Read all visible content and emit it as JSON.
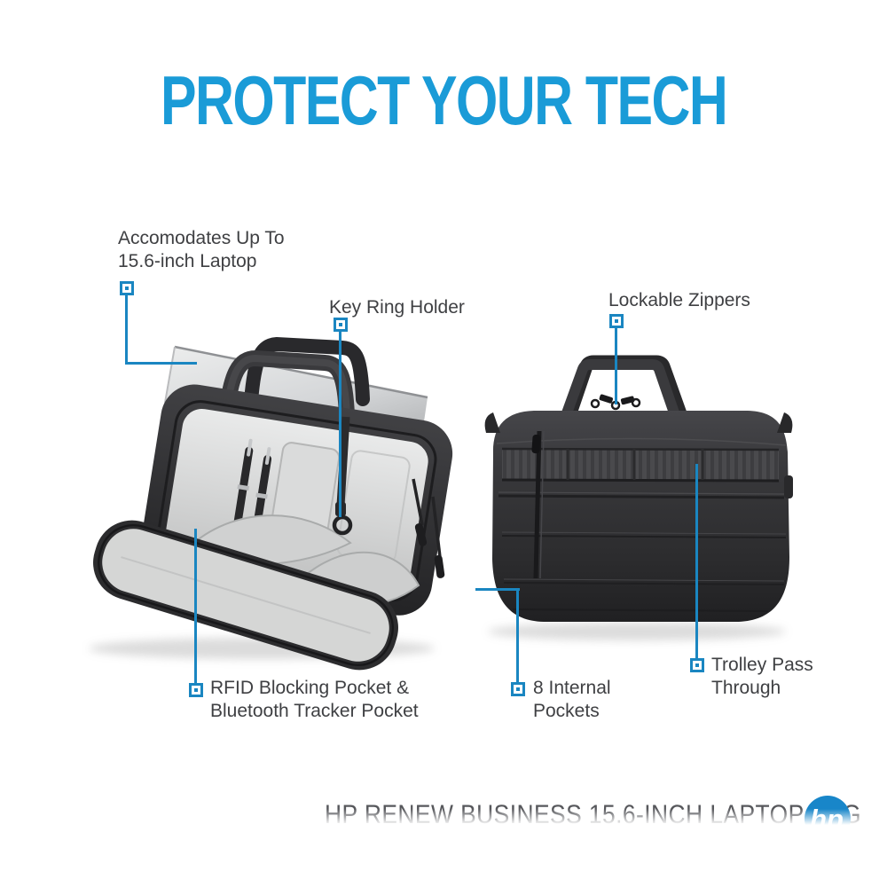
{
  "title": "PROTECT YOUR TECH",
  "caption": "HP RENEW BUSINESS 15.6-INCH LAPTOP BAG",
  "logo": {
    "text": "hp"
  },
  "colors": {
    "accent_blue": "#1a86c1",
    "title_blue": "#1a9bd7",
    "logo_blue": "#1886c9",
    "label_gray": "#3f4043",
    "caption_gray": "#57585c",
    "bag_dark": "#2c2c2e",
    "bag_interior_gray": "#d6d7d6"
  },
  "callouts": [
    {
      "id": "laptop-capacity",
      "label": "Accomodates Up To\n15.6-inch Laptop"
    },
    {
      "id": "key-ring-holder",
      "label": "Key Ring Holder"
    },
    {
      "id": "lockable-zippers",
      "label": "Lockable Zippers"
    },
    {
      "id": "rfid-bluetooth-pockets",
      "label": "RFID Blocking Pocket &\nBluetooth Tracker Pocket"
    },
    {
      "id": "internal-pockets",
      "label": "8 Internal\nPockets"
    },
    {
      "id": "trolley-pass-through",
      "label": "Trolley Pass\nThrough"
    }
  ],
  "images": [
    {
      "name": "laptop-bag-open-front-view"
    },
    {
      "name": "laptop-bag-back-view"
    }
  ]
}
